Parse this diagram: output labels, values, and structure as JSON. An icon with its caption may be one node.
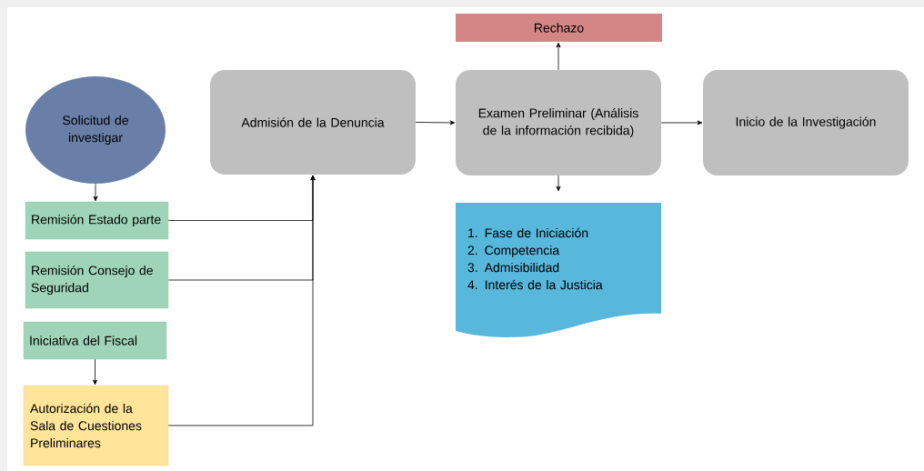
{
  "diagram": {
    "nodes": [
      {
        "text": [
          "Solicitud de investigar"
        ]
      },
      {
        "text": [
          "Admisión de la Denuncia"
        ]
      },
      {
        "text": [
          "Rechazo"
        ]
      },
      {
        "text": [
          "Examen Preliminar (Análisis de la información recibida)"
        ]
      },
      {
        "text": [
          "Inicio de la Investigación"
        ]
      },
      {
        "text": [
          "Remisión Estado parte"
        ]
      },
      {
        "text": [
          "Remisión Consejo de Seguridad"
        ]
      },
      {
        "text": [
          "Iniciativa del Fiscal"
        ]
      },
      {
        "text": [
          "Autorización de la Sala de Cuestiones Preliminares"
        ]
      },
      {
        "text": [
          "1. Fase de Iniciación",
          "2. Competencia",
          "3. Admisibilidad",
          "4. Interés de la Justicia"
        ]
      }
    ],
    "edges": [
      {
        "from": 0,
        "to": 5,
        "arrow": "to"
      },
      {
        "from": 5,
        "to": 1,
        "arrow": "to"
      },
      {
        "from": 6,
        "to": 1,
        "arrow": "to"
      },
      {
        "from": 7,
        "to": 8,
        "arrow": "to"
      },
      {
        "from": 8,
        "to": 1,
        "arrow": "to"
      },
      {
        "from": 1,
        "to": 3,
        "arrow": "to"
      },
      {
        "from": 3,
        "to": 2,
        "arrow": "to"
      },
      {
        "from": 3,
        "to": 4,
        "arrow": "to"
      },
      {
        "from": 3,
        "to": 9,
        "arrow": "to"
      }
    ]
  }
}
